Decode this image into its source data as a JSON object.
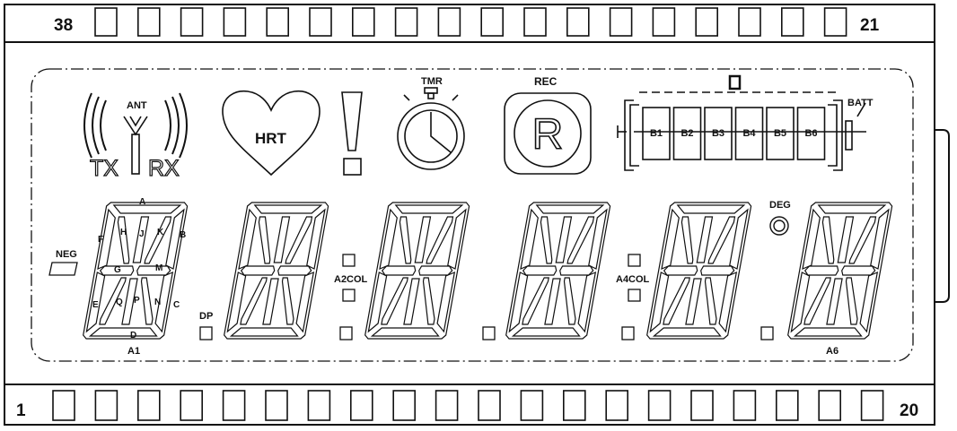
{
  "top_pins": {
    "left_number": "38",
    "right_number": "21",
    "count": 18
  },
  "bottom_pins": {
    "left_number": "1",
    "right_number": "20",
    "count": 20
  },
  "icons": {
    "antenna": {
      "ant": "ANT",
      "tx": "TX",
      "rx": "RX"
    },
    "heart": "HRT",
    "timer": "TMR",
    "record": {
      "label": "REC",
      "glyph": "R"
    },
    "battery": {
      "label": "BATT",
      "frame": "[]",
      "bars": [
        "B1",
        "B2",
        "B3",
        "B4",
        "B5",
        "B6"
      ]
    }
  },
  "segment_labels": {
    "a": "A",
    "b": "B",
    "c": "C",
    "d": "D",
    "e": "E",
    "f": "F",
    "g": "G",
    "h": "H",
    "j": "J",
    "k": "K",
    "m": "M",
    "n": "N",
    "p": "P",
    "q": "Q"
  },
  "indicators": {
    "neg": "NEG",
    "dp": "DP",
    "a2col": "A2COL",
    "a4col": "A4COL",
    "deg": "DEG",
    "first_digit": "A1",
    "last_digit": "A6"
  }
}
